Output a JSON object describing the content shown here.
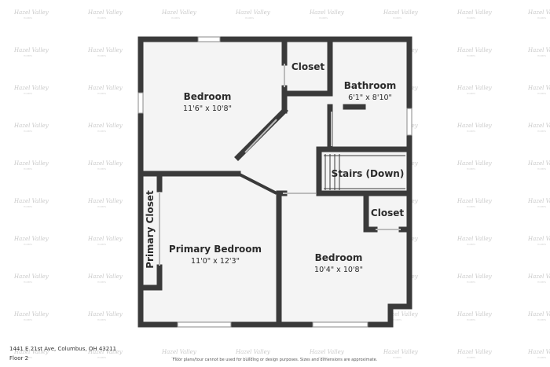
{
  "watermark": {
    "brand": "Hazel Valley",
    "sub": "HOMES"
  },
  "rooms": {
    "bedroom_upper_left": {
      "name": "Bedroom",
      "dims": "11'6\" x 10'8\""
    },
    "closet_top": {
      "name": "Closet"
    },
    "bathroom": {
      "name": "Bathroom",
      "dims": "6'1\" x 8'10\""
    },
    "stairs": {
      "name": "Stairs (Down)"
    },
    "closet_right": {
      "name": "Closet"
    },
    "primary_closet": {
      "name": "Primary Closet"
    },
    "primary_bedroom": {
      "name": "Primary Bedroom",
      "dims": "11'0\" x 12'3\""
    },
    "bedroom_lower_right": {
      "name": "Bedroom",
      "dims": "10'4\" x 10'8\""
    }
  },
  "footer": {
    "address": "1441 E 21st Ave, Columbus, OH 43211",
    "floor": "Floor 2",
    "disclaimer": "Floor plans/tour cannot be used for building or design purposes. Sizes and dimensions are approximate."
  },
  "colors": {
    "wall": "#3a3a3a",
    "floor": "#f4f4f4",
    "window": "#ffffff"
  }
}
